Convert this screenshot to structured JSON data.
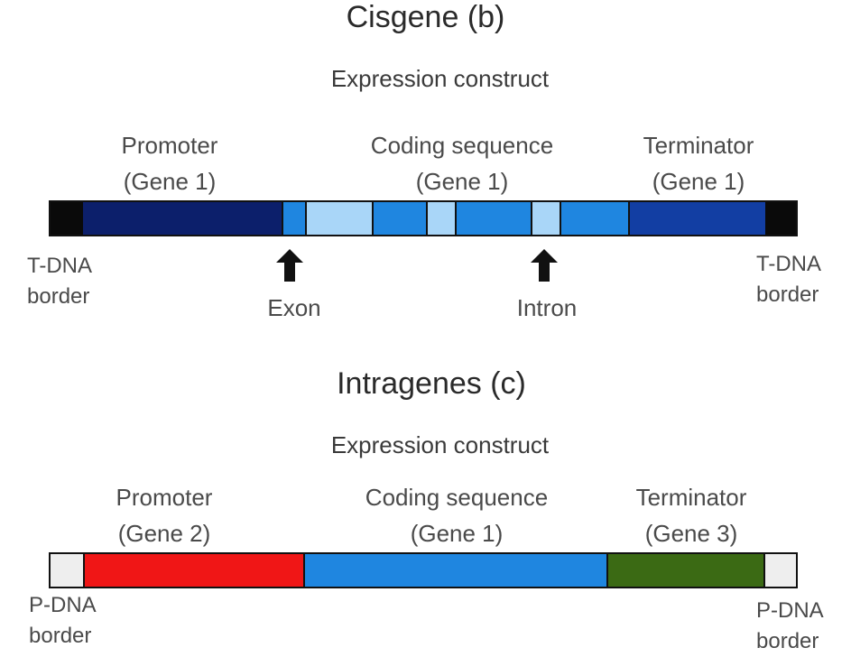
{
  "cisgene": {
    "title": "Cisgene (b)",
    "subtitle": "Expression construct",
    "promoter": [
      "Promoter",
      "(Gene 1)"
    ],
    "coding": [
      "Coding sequence",
      "(Gene 1)"
    ],
    "terminator": [
      "Terminator",
      "(Gene 1)"
    ],
    "left_border": [
      "T-DNA",
      "border"
    ],
    "right_border": [
      "T-DNA",
      "border"
    ],
    "exon_label": "Exon",
    "intron_label": "Intron",
    "colors": {
      "border": "#0a0a0a",
      "promoter": "#0c1f6b",
      "exon": "#1f86e0",
      "intron": "#a9d6f8",
      "terminator": "#123ea3"
    }
  },
  "intragene": {
    "title": "Intragenes (c)",
    "subtitle": "Expression construct",
    "promoter": [
      "Promoter",
      "(Gene 2)"
    ],
    "coding": [
      "Coding sequence",
      "(Gene 1)"
    ],
    "terminator": [
      "Terminator",
      "(Gene 3)"
    ],
    "left_border": [
      "P-DNA",
      "border"
    ],
    "right_border": [
      "P-DNA",
      "border"
    ],
    "colors": {
      "border": "#eeeeee",
      "promoter": "#f01616",
      "coding": "#1f86e0",
      "terminator": "#3b6a14"
    }
  }
}
